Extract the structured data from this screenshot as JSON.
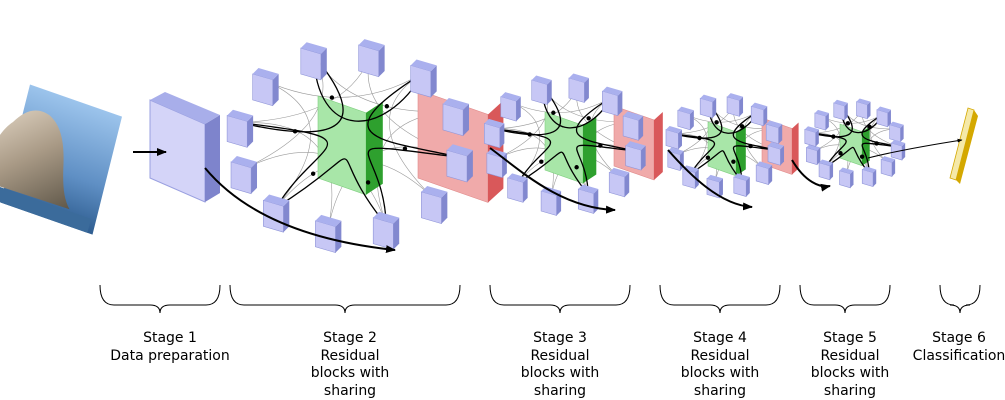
{
  "stages": [
    {
      "lines": [
        "Stage 1",
        "Data preparation"
      ]
    },
    {
      "lines": [
        "Stage 2",
        "Residual",
        "blocks with",
        "sharing"
      ]
    },
    {
      "lines": [
        "Stage 3",
        "Residual",
        "blocks with",
        "sharing"
      ]
    },
    {
      "lines": [
        "Stage 4",
        "Residual",
        "blocks with",
        "sharing"
      ]
    },
    {
      "lines": [
        "Stage 5",
        "Residual",
        "blocks with",
        "sharing"
      ]
    },
    {
      "lines": [
        "Stage 6",
        "Classification"
      ]
    }
  ],
  "colors": {
    "blue_cube": "#c7c7f5",
    "data_block": "#d4d4f8",
    "green_block": "#a8e6a8",
    "green_accent": "#2ea02e",
    "red_block": "#f0aaaa",
    "red_accent": "#d9585a",
    "classifier": "#f5e9a8",
    "classifier_accent": "#d4a800"
  }
}
